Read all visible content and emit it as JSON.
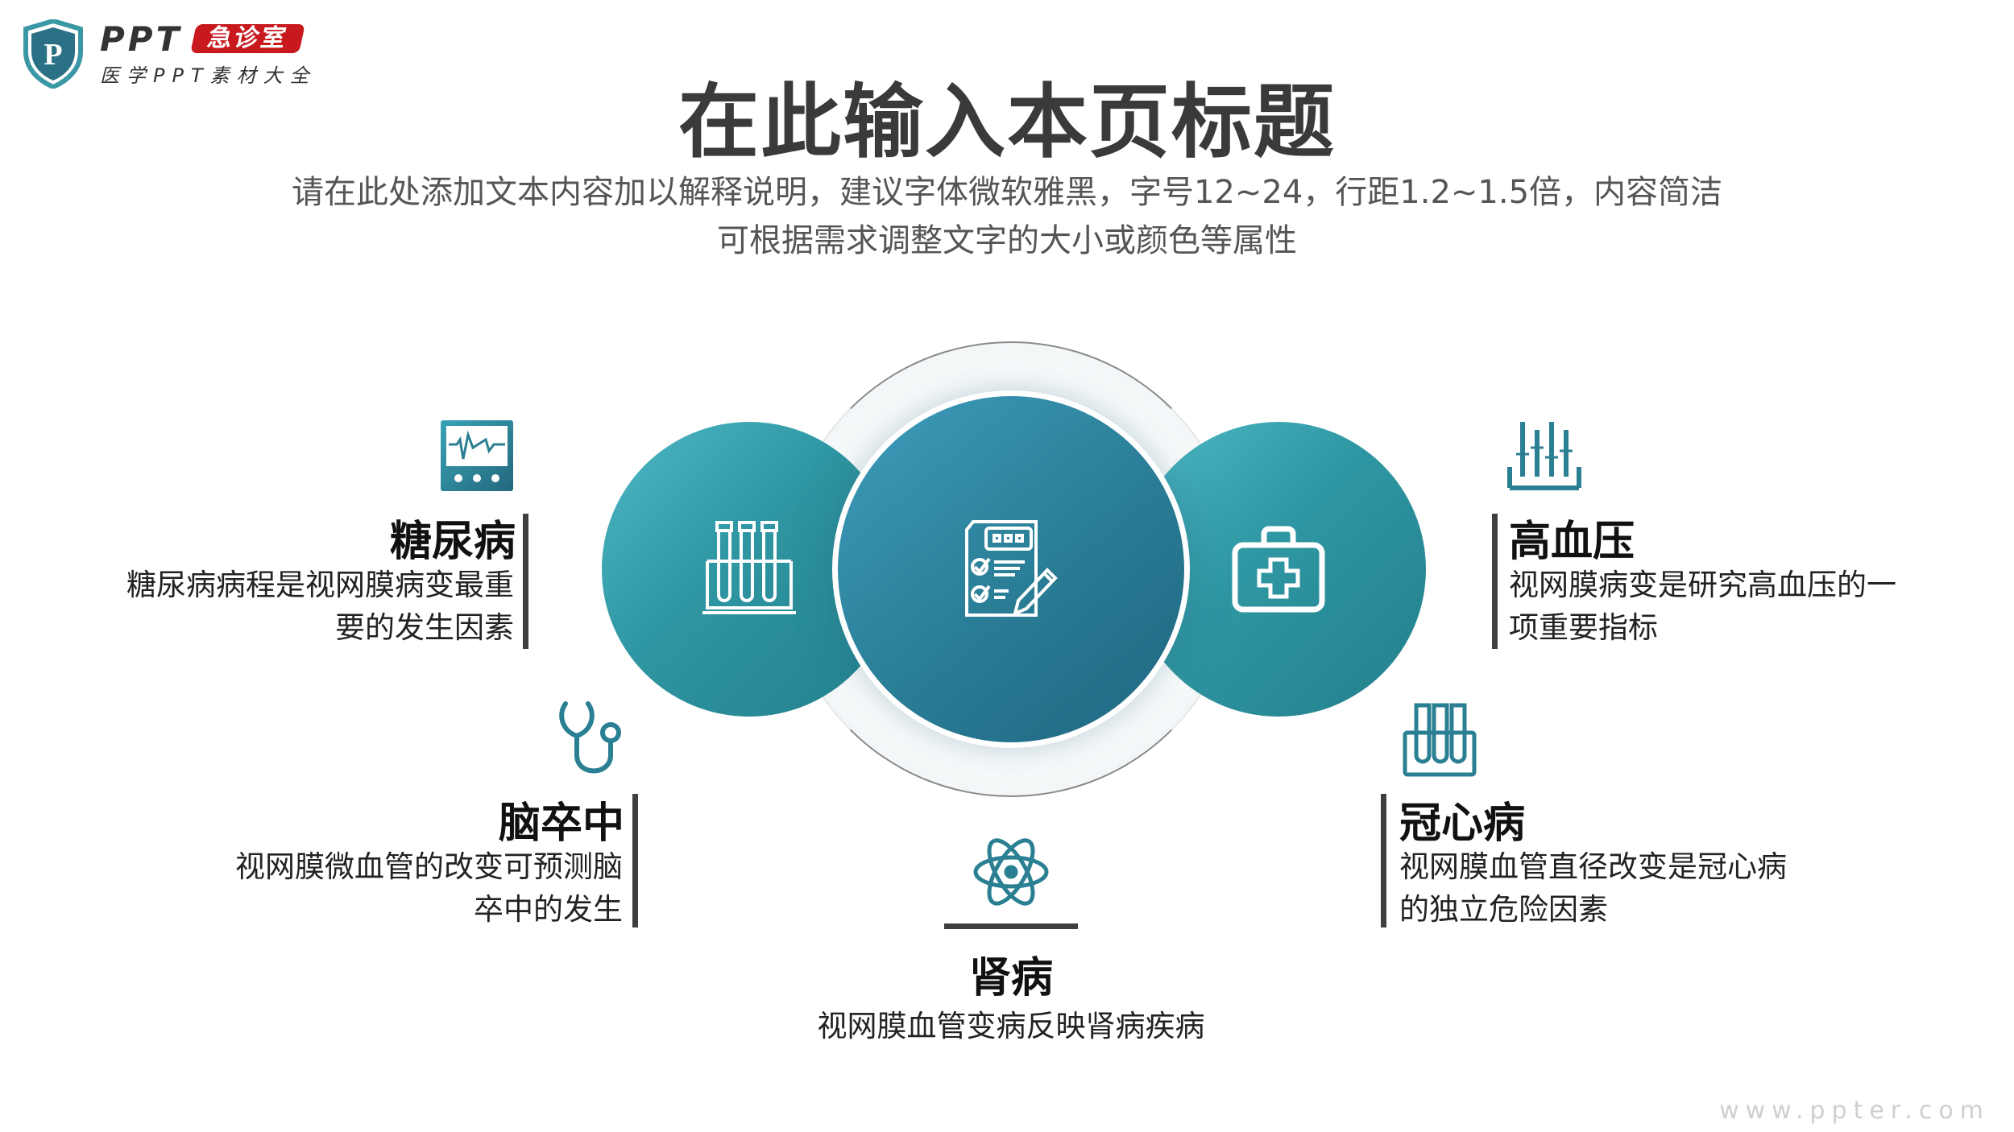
{
  "logo": {
    "brand": "PPT",
    "badge": "急诊室",
    "tagline": "医学PPT素材大全",
    "shield_letter": "P"
  },
  "header": {
    "title": "在此输入本页标题",
    "subtitle_lines": [
      "请在此处添加文本内容加以解释说明，建议字体微软雅黑，字号12~24，行距1.2~1.5倍，内容简洁",
      "可根据需求调整文字的大小或颜色等属性"
    ]
  },
  "colors": {
    "accent": "#2e8f9c",
    "center": "#2b7f98",
    "icon": "#2a7f93",
    "text": "#222222"
  },
  "circles": {
    "left_icon": "test-tubes-icon",
    "center_icon": "checklist-pencil-icon",
    "right_icon": "first-aid-kit-icon"
  },
  "items": [
    {
      "title": "糖尿病",
      "desc_lines": [
        "糖尿病病程是视网膜病变最重",
        "要的发生因素"
      ],
      "icon": "heart-monitor-icon"
    },
    {
      "title": "高血压",
      "desc_lines": [
        "视网膜病变是研究高血压的一",
        "项重要指标"
      ],
      "icon": "lab-chart-icon"
    },
    {
      "title": "脑卒中",
      "desc_lines": [
        "视网膜微血管的改变可预测脑",
        "卒中的发生"
      ],
      "icon": "stethoscope-icon"
    },
    {
      "title": "冠心病",
      "desc_lines": [
        "视网膜血管直径改变是冠心病",
        "的独立危险因素"
      ],
      "icon": "test-tube-rack-icon"
    },
    {
      "title": "肾病",
      "desc_lines": [
        "视网膜血管变病反映肾病疾病"
      ],
      "icon": "atom-icon"
    }
  ],
  "footer": {
    "watermark": "www.ppter.com"
  }
}
